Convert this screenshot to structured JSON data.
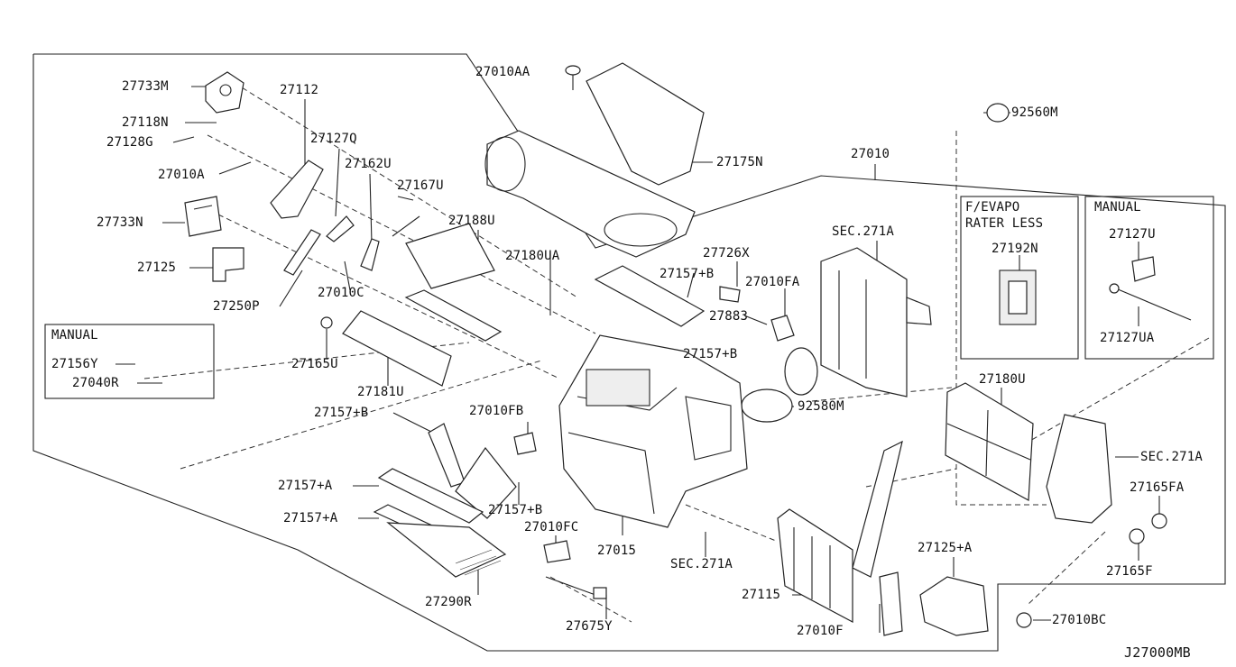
{
  "diagram_code": "J27000MB",
  "boxes": {
    "manual_left_title": "MANUAL",
    "fevapo_title_line1": "F/EVAPO",
    "fevapo_title_line2": "RATER LESS",
    "manual_right_title": "MANUAL"
  },
  "labels": {
    "l27733M": "27733M",
    "l27112": "27112",
    "l27118N": "27118N",
    "l27128G": "27128G",
    "l27127Q": "27127Q",
    "l27010A": "27010A",
    "l27162U": "27162U",
    "l27167U": "27167U",
    "l27733N": "27733N",
    "l27188U": "27188U",
    "l27125": "27125",
    "l27250P": "27250P",
    "l27010C": "27010C",
    "l27165U": "27165U",
    "l27181U": "27181U",
    "l27156Y": "27156Y",
    "l27040R": "27040R",
    "l27157B_left": "27157+B",
    "l27157A_1": "27157+A",
    "l27157A_2": "27157+A",
    "l27290R": "27290R",
    "l27010AA": "27010AA",
    "l27175N": "27175N",
    "l27180UA": "27180UA",
    "l27726X": "27726X",
    "l27157B_top": "27157+B",
    "l27010FA": "27010FA",
    "l27883": "27883",
    "l27157B_mid": "27157+B",
    "l92580M": "92580M",
    "l27010FB": "27010FB",
    "l27157B_low": "27157+B",
    "l27010FC": "27010FC",
    "l27015": "27015",
    "lSEC271A_bottom": "SEC.271A",
    "l27675Y": "27675Y",
    "l92560M": "92560M",
    "l27010": "27010",
    "lSEC271A_top": "SEC.271A",
    "l27192N": "27192N",
    "l27127U": "27127U",
    "l27127UA": "27127UA",
    "l27180U": "27180U",
    "lSEC271A_right": "SEC.271A",
    "l27165FA": "27165FA",
    "l27165F": "27165F",
    "l27125A": "27125+A",
    "l27115": "27115",
    "l27010F": "27010F",
    "l27010BC": "27010BC"
  }
}
